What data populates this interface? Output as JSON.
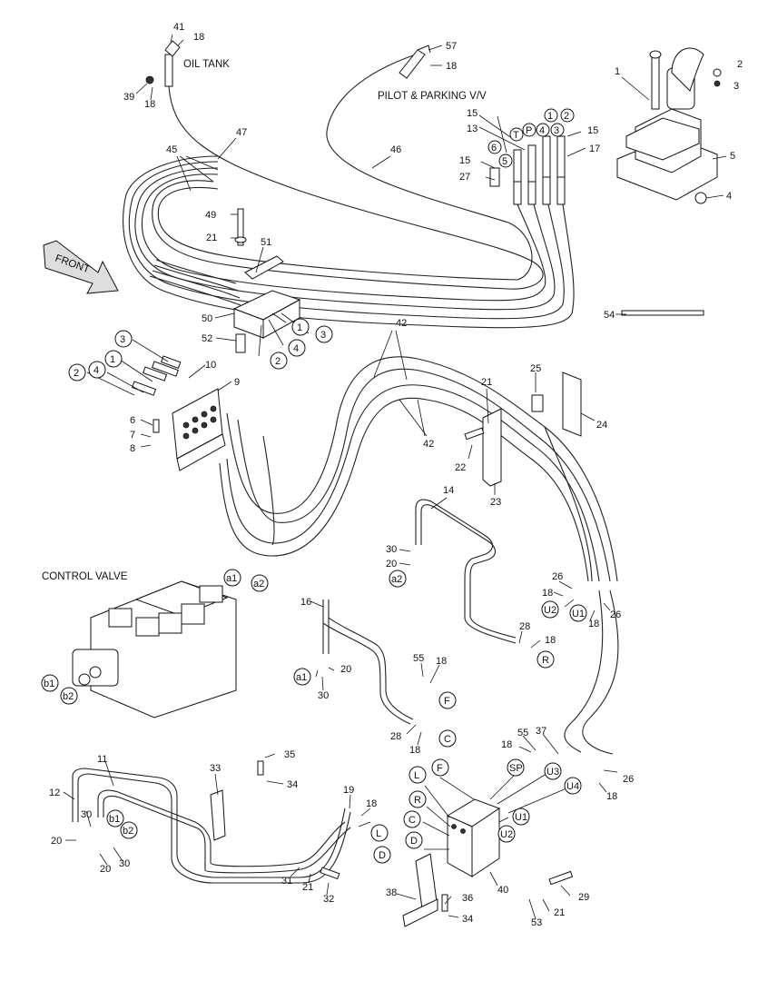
{
  "texts": {
    "oil_tank": "OIL TANK",
    "pilot_parking": "PILOT & PARKING V/V",
    "front": "FRONT",
    "control_valve": "CONTROL VALVE"
  },
  "part_numbers": {
    "p1": "1",
    "p2": "2",
    "p3": "3",
    "p4": "4",
    "p5": "5",
    "p6": "6",
    "p7": "7",
    "p8": "8",
    "p9": "9",
    "p10": "10",
    "p11": "11",
    "p12": "12",
    "p13": "13",
    "p14": "14",
    "p15": "15",
    "p16": "16",
    "p17": "17",
    "p18": "18",
    "p19": "19",
    "p20": "20",
    "p21": "21",
    "p22": "22",
    "p23": "23",
    "p24": "24",
    "p25": "25",
    "p26": "26",
    "p27": "27",
    "p28": "28",
    "p29": "29",
    "p30": "30",
    "p31": "31",
    "p32": "32",
    "p33": "33",
    "p34": "34",
    "p35": "35",
    "p36": "36",
    "p37": "37",
    "p38": "38",
    "p39": "39",
    "p40": "40",
    "p41": "41",
    "p42": "42",
    "p45": "45",
    "p46": "46",
    "p47": "47",
    "p49": "49",
    "p50": "50",
    "p51": "51",
    "p52": "52",
    "p53": "53",
    "p54": "54",
    "p55": "55",
    "p57": "57"
  },
  "port_tags": {
    "n1": "1",
    "n2": "2",
    "n3": "3",
    "n4": "4",
    "n5": "5",
    "n6": "6",
    "T": "T",
    "P": "P",
    "a1": "a1",
    "a2": "a2",
    "b1": "b1",
    "b2": "b2",
    "U1": "U1",
    "U2": "U2",
    "U3": "U3",
    "U4": "U4",
    "SP": "SP",
    "L": "L",
    "F": "F",
    "R": "R",
    "C": "C",
    "D": "D"
  }
}
